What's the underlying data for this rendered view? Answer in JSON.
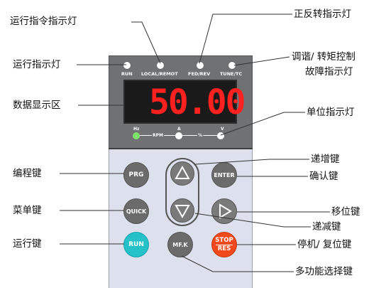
{
  "panel": {
    "indicators": {
      "run": "RUN",
      "local_remote": "LOCAL/REMOT",
      "fed_rev": "FED/REV",
      "tune_tc": "TUNE/TC"
    },
    "display_value": "50.00",
    "units": {
      "hz": "Hz",
      "rpm": "RPM",
      "a": "A",
      "percent": "%",
      "v": "V"
    },
    "keys": {
      "prg": "PRG",
      "enter": "ENTER",
      "quick": "QUICK",
      "run": "RUN",
      "mfk": "MF.K",
      "stop": "STOP",
      "res": "RES"
    }
  },
  "callouts": {
    "run_command_led": "运行指令指示灯",
    "fwd_rev_led": "正反转指示灯",
    "run_led": "运行指示灯",
    "tune_torque_fault_led_line1": "调谐/ 转矩控制",
    "tune_torque_fault_led_line2": "故障指示灯",
    "display_area": "数据显示区",
    "unit_led": "单位指示灯",
    "increment_key": "递增键",
    "program_key": "编程键",
    "confirm_key": "确认键",
    "menu_key": "菜单键",
    "shift_key": "移位键",
    "decrement_key": "递减键",
    "run_key": "运行键",
    "stop_reset_key": "停机/ 复位键",
    "multifunction_key": "多功能选择键"
  },
  "colors": {
    "panel_top": "#6f7173",
    "panel_bottom": "#dde1ed",
    "display_digits": "#ff2020",
    "run_key": "#25c1c9",
    "stop_key": "#f04a1c",
    "hz_led": "#7ee36a"
  }
}
